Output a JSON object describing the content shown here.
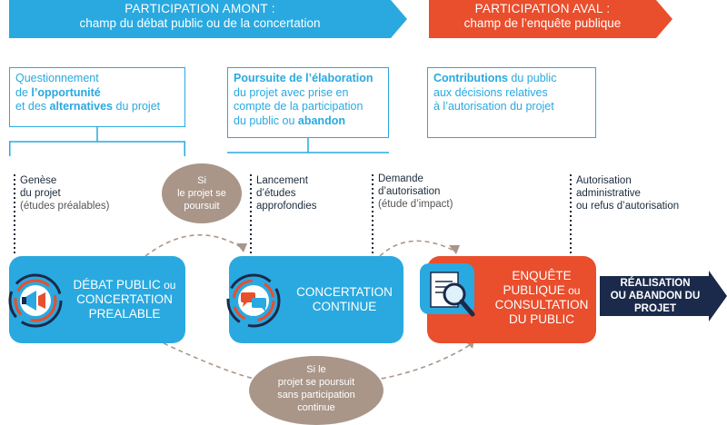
{
  "banners": {
    "amont": {
      "line1": "PARTICIPATION AMONT :",
      "line2": "champ du débat public ou de la concertation",
      "color": "#29a9e0"
    },
    "aval": {
      "line1": "PARTICIPATION AVAL :",
      "line2": "champ de l’enquête publique",
      "color": "#e94e2d"
    }
  },
  "boxes": {
    "box1": {
      "l1a": "Questionnement",
      "l2a": "de ",
      "l2b": "l’opportunité",
      "l3a": "et des ",
      "l3b": "alternatives",
      "l3c": " du projet"
    },
    "box2": {
      "l1": "Poursuite de l’élaboration",
      "l2": "du projet avec prise en",
      "l3": "compte de la participation",
      "l4a": "du public ou ",
      "l4b": "abandon"
    },
    "box3": {
      "l1a": "Contributions",
      "l1b": " du public",
      "l2": "aux décisions relatives",
      "l3": "à l’autorisation du projet"
    }
  },
  "milestones": {
    "m1": {
      "l1": "Genèse",
      "l2": "du projet",
      "l3": "(études préalables)"
    },
    "m2": {
      "l1": "Lancement",
      "l2": "d’études",
      "l3": "approfondies"
    },
    "m3": {
      "l1": "Demande",
      "l2": "d’autorisation",
      "l3": "(étude d’impact)"
    },
    "m4": {
      "l1": "Autorisation",
      "l2": "administrative",
      "l3": "ou refus d’autorisation"
    }
  },
  "bubbles": {
    "top": {
      "l1": "Si",
      "l2": "le projet se",
      "l3": "poursuit"
    },
    "bottom": {
      "l1": "Si le",
      "l2": "projet se poursuit",
      "l3": "sans participation",
      "l4": "continue"
    }
  },
  "stages": {
    "s1": {
      "l1": "DÉBAT PUBLIC",
      "l1b": " ou",
      "l2": "CONCERTATION",
      "l3": "PREALABLE",
      "icon": "megaphone-icon"
    },
    "s2": {
      "l1": "CONCERTATION",
      "l2": "CONTINUE",
      "icon": "speech-bubbles-icon"
    },
    "s3": {
      "l1": "ENQUÊTE",
      "l2": "PUBLIQUE",
      "l2b": " ou",
      "l3": "CONSULTATION",
      "l4": "DU PUBLIC",
      "icon": "magnifier-document-icon"
    },
    "final": {
      "l1": "RÉALISATION",
      "l2": "OU ABANDON DU",
      "l3": "PROJET"
    }
  },
  "colors": {
    "blue": "#29a9e0",
    "red": "#e94e2d",
    "navy": "#1b2a4a",
    "taupe": "#a99689"
  }
}
